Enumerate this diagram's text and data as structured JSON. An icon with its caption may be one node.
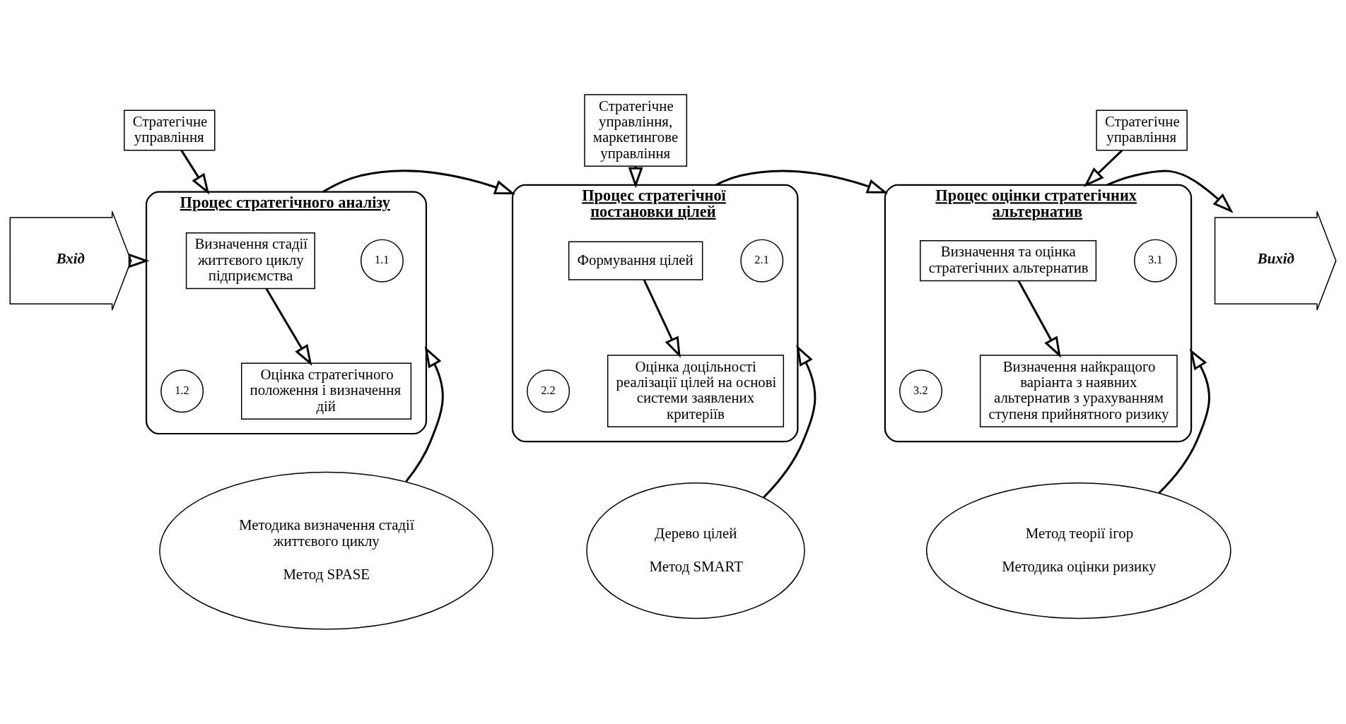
{
  "diagram": {
    "nodes": [
      {
        "text": [
          "Вхід"
        ]
      },
      {
        "text": [
          "Стратегічне управління"
        ]
      },
      {
        "text": [
          "Процес стратегічного аналізу"
        ]
      },
      {
        "text": [
          "1.1"
        ],
        "in": 2
      },
      {
        "text": [
          "Визначення стадії життєвого циклу підприємства"
        ],
        "in": 2
      },
      {
        "text": [
          "1.2"
        ],
        "in": 2
      },
      {
        "text": [
          "Оцінка стратегічного положення і визначення дій"
        ],
        "in": 2
      },
      {
        "text": [
          "Методика визначення стадії життєвого циклу",
          "Метод SPASE"
        ]
      },
      {
        "text": [
          "Стратегічне управління, маркетингове управління"
        ]
      },
      {
        "text": [
          "Процес стратегічної постановки цілей"
        ]
      },
      {
        "text": [
          "2.1"
        ],
        "in": 9
      },
      {
        "text": [
          "Формування цілей"
        ],
        "in": 9
      },
      {
        "text": [
          "2.2"
        ],
        "in": 9
      },
      {
        "text": [
          "Оцінка доцільності реалізації цілей на основі системи заявлених критеріїв"
        ],
        "in": 9
      },
      {
        "text": [
          "Дерево цілей",
          "Метод SMART"
        ]
      },
      {
        "text": [
          "Стратегічне управління"
        ]
      },
      {
        "text": [
          "Процес оцінки стратегічних альтернатив"
        ]
      },
      {
        "text": [
          "3.1"
        ],
        "in": 16
      },
      {
        "text": [
          "Визначення та оцінка стратегічних альтернатив"
        ],
        "in": 16
      },
      {
        "text": [
          "3.2"
        ],
        "in": 16
      },
      {
        "text": [
          "Визначення найкращого варіанта з наявних альтернатив з урахуванням ступеня прийнятного ризику"
        ],
        "in": 16
      },
      {
        "text": [
          "Метод теорії ігор",
          "Методика оцінки ризику"
        ]
      },
      {
        "text": [
          "Вихід"
        ]
      }
    ],
    "edges": [
      {
        "from": 0,
        "to": 2,
        "arrow": "to"
      },
      {
        "from": 1,
        "to": 2,
        "arrow": "to"
      },
      {
        "from": 7,
        "to": 2,
        "arrow": "to"
      },
      {
        "from": 4,
        "to": 6,
        "arrow": "to"
      },
      {
        "from": 2,
        "to": 9,
        "arrow": "to"
      },
      {
        "from": 8,
        "to": 9,
        "arrow": "to"
      },
      {
        "from": 14,
        "to": 9,
        "arrow": "to"
      },
      {
        "from": 11,
        "to": 13,
        "arrow": "to"
      },
      {
        "from": 9,
        "to": 16,
        "arrow": "to"
      },
      {
        "from": 15,
        "to": 16,
        "arrow": "to"
      },
      {
        "from": 21,
        "to": 16,
        "arrow": "to"
      },
      {
        "from": 18,
        "to": 20,
        "arrow": "to"
      },
      {
        "from": 16,
        "to": 22,
        "arrow": "to"
      }
    ]
  }
}
